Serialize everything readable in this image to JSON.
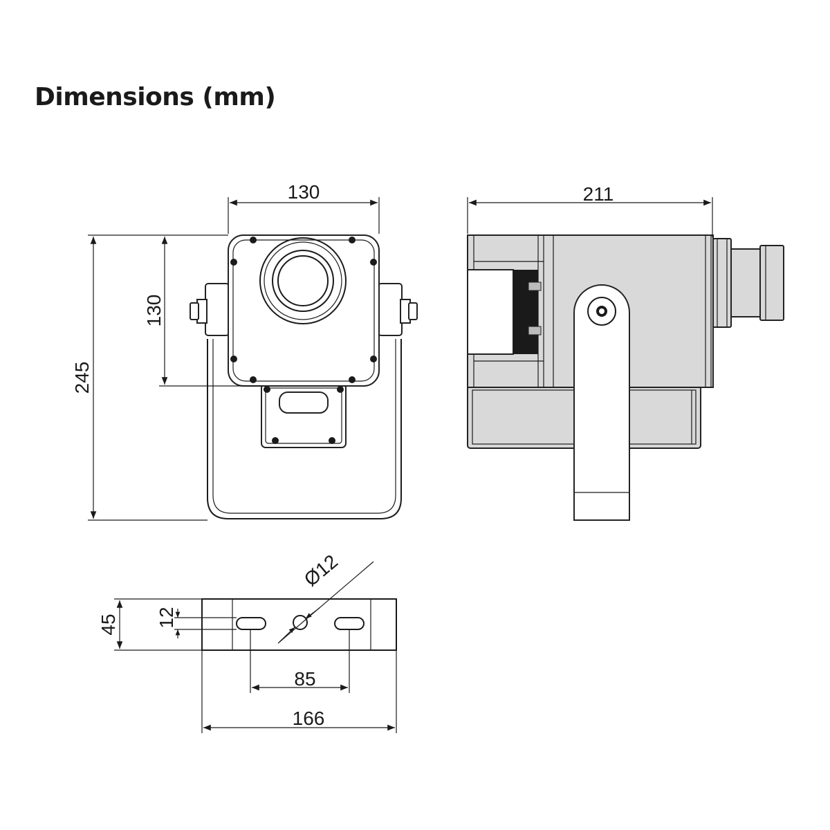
{
  "title": "Dimensions (mm)",
  "front_view": {
    "width_label": "130",
    "body_height_label": "130",
    "total_height_label": "245"
  },
  "side_view": {
    "length_label": "211"
  },
  "bracket_view": {
    "height_label": "45",
    "slot_label": "12",
    "hole_label": "Ø12",
    "slot_spacing_label": "85",
    "width_label": "166"
  }
}
